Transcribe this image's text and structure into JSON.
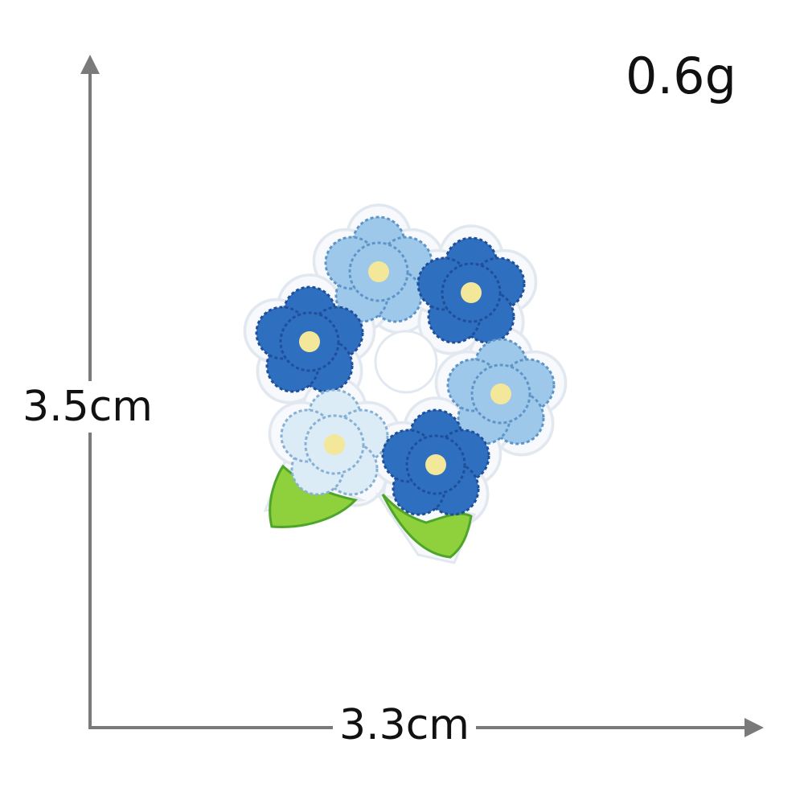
{
  "product": {
    "weight": "0.6g",
    "height": "3.5cm",
    "width": "3.3cm",
    "image": "embroidered-flower-wreath-patch"
  },
  "colors": {
    "axis": "#7a7a7a",
    "text": "#111111",
    "dark_blue": "#2f6fc0",
    "dark_blue_edge": "#1f4f9a",
    "light_blue": "#9ec8ea",
    "light_blue_edge": "#5e95c8",
    "pale_blue": "#dcecf7",
    "pale_blue_edge": "#86b0d4",
    "center": "#f3e79a",
    "leaf": "#8ed13c",
    "leaf_edge": "#4ea52a"
  }
}
